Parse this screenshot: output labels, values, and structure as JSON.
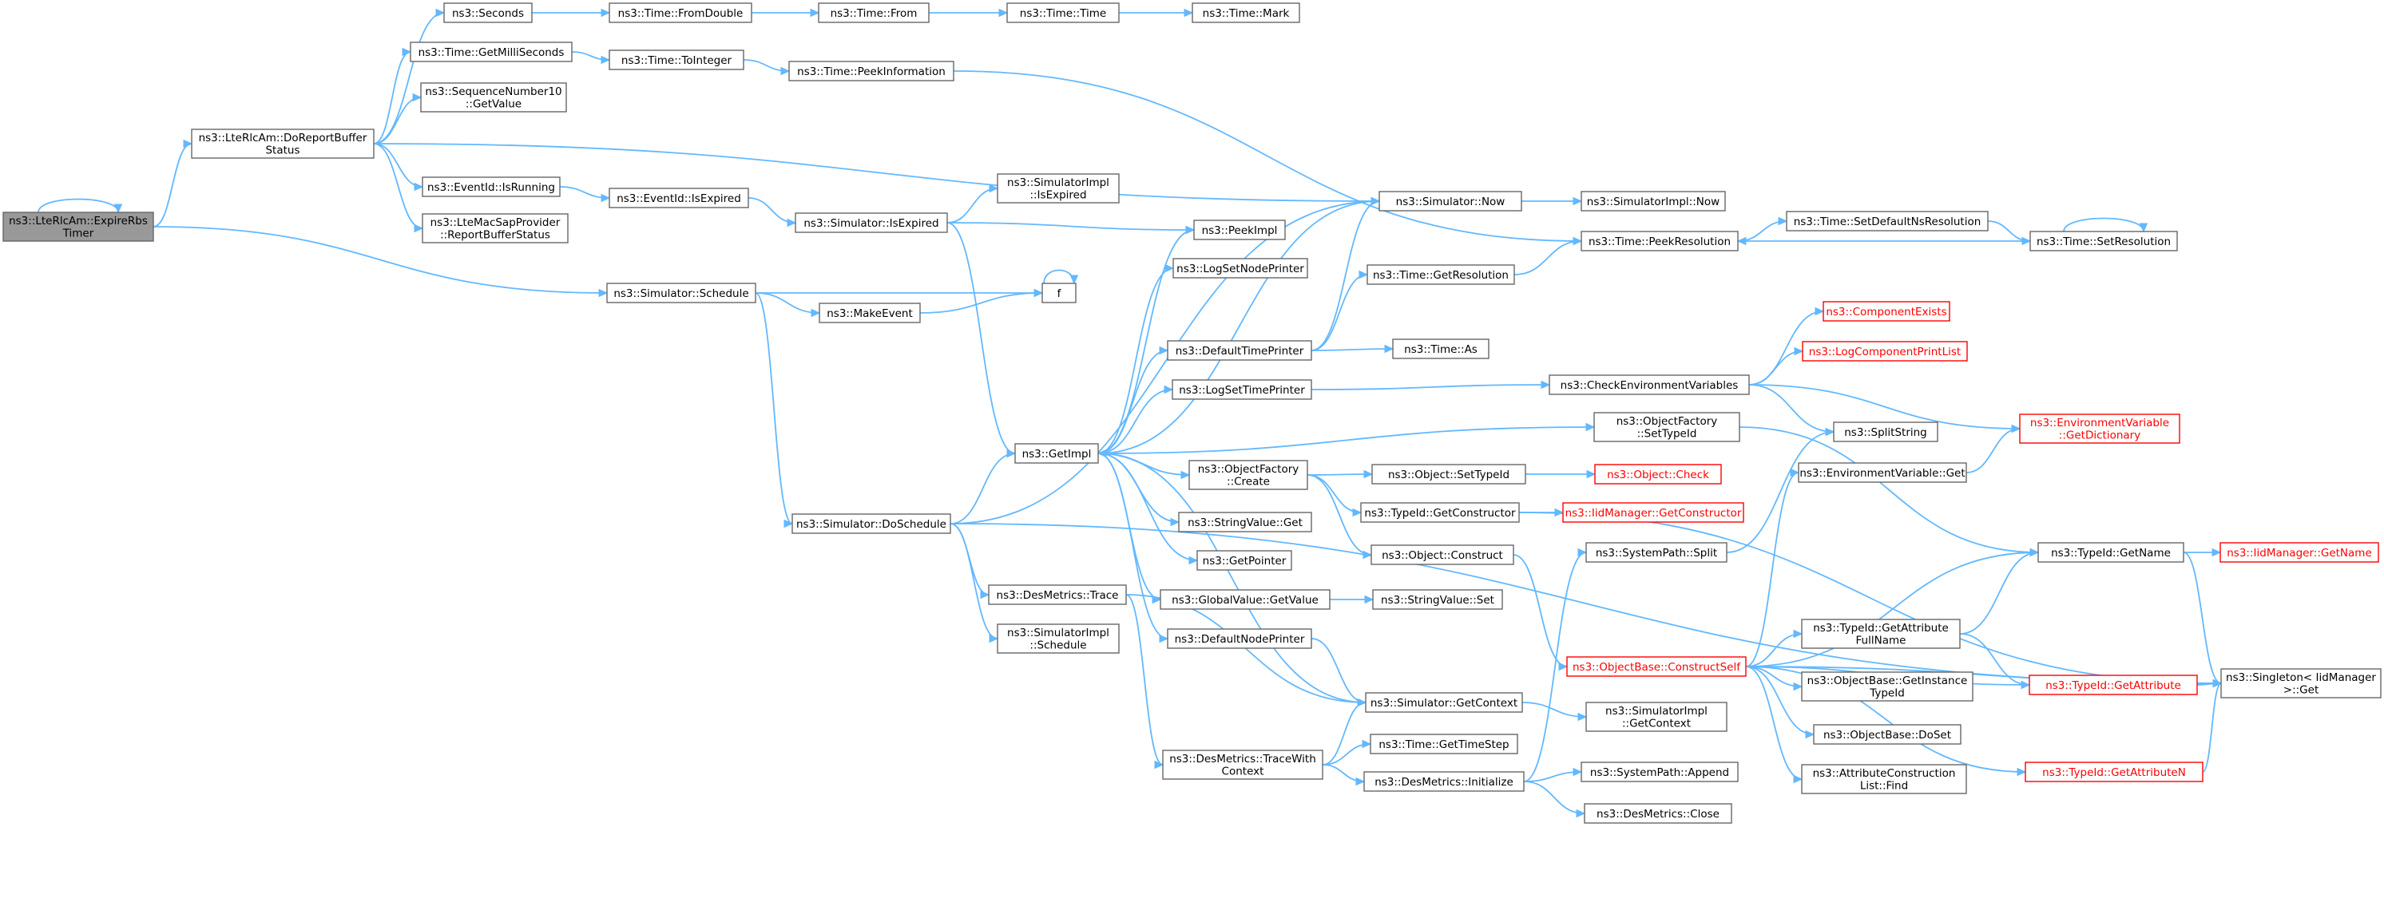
{
  "diagram": {
    "nodes": [
      {
        "id": "root",
        "lines": [
          "ns3::LteRlcAm::ExpireRbs",
          "Timer"
        ],
        "style": "root"
      },
      {
        "id": "drbs",
        "lines": [
          "ns3::LteRlcAm::DoReportBuffer",
          "Status"
        ]
      },
      {
        "id": "seconds",
        "lines": [
          "ns3::Seconds"
        ]
      },
      {
        "id": "fromdouble",
        "lines": [
          "ns3::Time::FromDouble"
        ]
      },
      {
        "id": "from",
        "lines": [
          "ns3::Time::From"
        ]
      },
      {
        "id": "time",
        "lines": [
          "ns3::Time::Time"
        ]
      },
      {
        "id": "mark",
        "lines": [
          "ns3::Time::Mark"
        ]
      },
      {
        "id": "getms",
        "lines": [
          "ns3::Time::GetMilliSeconds"
        ]
      },
      {
        "id": "tointeger",
        "lines": [
          "ns3::Time::ToInteger"
        ]
      },
      {
        "id": "peekinfo",
        "lines": [
          "ns3::Time::PeekInformation"
        ]
      },
      {
        "id": "seqnum",
        "lines": [
          "ns3::SequenceNumber10",
          "::GetValue"
        ]
      },
      {
        "id": "isrunning",
        "lines": [
          "ns3::EventId::IsRunning"
        ]
      },
      {
        "id": "eidexpired",
        "lines": [
          "ns3::EventId::IsExpired"
        ]
      },
      {
        "id": "lmsp",
        "lines": [
          "ns3::LteMacSapProvider",
          "::ReportBufferStatus"
        ]
      },
      {
        "id": "schedule",
        "lines": [
          "ns3::Simulator::Schedule"
        ]
      },
      {
        "id": "makeevent",
        "lines": [
          "ns3::MakeEvent"
        ]
      },
      {
        "id": "f",
        "lines": [
          "f"
        ]
      },
      {
        "id": "simexpired",
        "lines": [
          "ns3::Simulator::IsExpired"
        ]
      },
      {
        "id": "simimplexp",
        "lines": [
          "ns3::SimulatorImpl",
          "::IsExpired"
        ]
      },
      {
        "id": "peekimpl",
        "lines": [
          "ns3::PeekImpl"
        ]
      },
      {
        "id": "simnow",
        "lines": [
          "ns3::Simulator::Now"
        ]
      },
      {
        "id": "simimplnow",
        "lines": [
          "ns3::SimulatorImpl::Now"
        ]
      },
      {
        "id": "logsetnode",
        "lines": [
          "ns3::LogSetNodePrinter"
        ]
      },
      {
        "id": "getres",
        "lines": [
          "ns3::Time::GetResolution"
        ]
      },
      {
        "id": "peekres",
        "lines": [
          "ns3::Time::PeekResolution"
        ]
      },
      {
        "id": "setdefres",
        "lines": [
          "ns3::Time::SetDefaultNsResolution"
        ]
      },
      {
        "id": "setres",
        "lines": [
          "ns3::Time::SetResolution"
        ]
      },
      {
        "id": "deftimeprinter",
        "lines": [
          "ns3::DefaultTimePrinter"
        ]
      },
      {
        "id": "timeas",
        "lines": [
          "ns3::Time::As"
        ]
      },
      {
        "id": "compexists",
        "lines": [
          "ns3::ComponentExists"
        ],
        "style": "red"
      },
      {
        "id": "logcompprint",
        "lines": [
          "ns3::LogComponentPrintList"
        ],
        "style": "red"
      },
      {
        "id": "checkenv",
        "lines": [
          "ns3::CheckEnvironmentVariables"
        ]
      },
      {
        "id": "logsettime",
        "lines": [
          "ns3::LogSetTimePrinter"
        ]
      },
      {
        "id": "ofsettid",
        "lines": [
          "ns3::ObjectFactory",
          "::SetTypeId"
        ]
      },
      {
        "id": "splitstring",
        "lines": [
          "ns3::SplitString"
        ]
      },
      {
        "id": "envdict",
        "lines": [
          "ns3::EnvironmentVariable",
          "::GetDictionary"
        ],
        "style": "red"
      },
      {
        "id": "getimpl",
        "lines": [
          "ns3::GetImpl"
        ]
      },
      {
        "id": "ofcreate",
        "lines": [
          "ns3::ObjectFactory",
          "::Create"
        ]
      },
      {
        "id": "objsettid",
        "lines": [
          "ns3::Object::SetTypeId"
        ]
      },
      {
        "id": "objcheck",
        "lines": [
          "ns3::Object::Check"
        ],
        "style": "red"
      },
      {
        "id": "envget",
        "lines": [
          "ns3::EnvironmentVariable::Get"
        ]
      },
      {
        "id": "tidgetctor",
        "lines": [
          "ns3::TypeId::GetConstructor"
        ]
      },
      {
        "id": "iidgetctor",
        "lines": [
          "ns3::IidManager::GetConstructor"
        ],
        "style": "red"
      },
      {
        "id": "strget",
        "lines": [
          "ns3::StringValue::Get"
        ]
      },
      {
        "id": "simdosched",
        "lines": [
          "ns3::Simulator::DoSchedule"
        ]
      },
      {
        "id": "objconstruct",
        "lines": [
          "ns3::Object::Construct"
        ]
      },
      {
        "id": "spsplit",
        "lines": [
          "ns3::SystemPath::Split"
        ]
      },
      {
        "id": "tidgetname",
        "lines": [
          "ns3::TypeId::GetName"
        ]
      },
      {
        "id": "iidgetname",
        "lines": [
          "ns3::IidManager::GetName"
        ],
        "style": "red"
      },
      {
        "id": "getpointer",
        "lines": [
          "ns3::GetPointer"
        ]
      },
      {
        "id": "dmtrace",
        "lines": [
          "ns3::DesMetrics::Trace"
        ]
      },
      {
        "id": "gvgetvalue",
        "lines": [
          "ns3::GlobalValue::GetValue"
        ]
      },
      {
        "id": "strset",
        "lines": [
          "ns3::StringValue::Set"
        ]
      },
      {
        "id": "simimplsched",
        "lines": [
          "ns3::SimulatorImpl",
          "::Schedule"
        ]
      },
      {
        "id": "tidgetattrfull",
        "lines": [
          "ns3::TypeId::GetAttribute",
          "FullName"
        ]
      },
      {
        "id": "defnodeprinter",
        "lines": [
          "ns3::DefaultNodePrinter"
        ]
      },
      {
        "id": "obconstructself",
        "lines": [
          "ns3::ObjectBase::ConstructSelf"
        ],
        "style": "red"
      },
      {
        "id": "tidgetattr",
        "lines": [
          "ns3::TypeId::GetAttribute"
        ],
        "style": "red"
      },
      {
        "id": "singletonget",
        "lines": [
          "ns3::Singleton< IidManager",
          " >::Get"
        ]
      },
      {
        "id": "obgetinstance",
        "lines": [
          "ns3::ObjectBase::GetInstance",
          "TypeId"
        ]
      },
      {
        "id": "simgetctx",
        "lines": [
          "ns3::Simulator::GetContext"
        ]
      },
      {
        "id": "simimplgetctx",
        "lines": [
          "ns3::SimulatorImpl",
          "::GetContext"
        ]
      },
      {
        "id": "gettimestep",
        "lines": [
          "ns3::Time::GetTimeStep"
        ]
      },
      {
        "id": "dmtracectx",
        "lines": [
          "ns3::DesMetrics::TraceWith",
          "Context"
        ]
      },
      {
        "id": "obdoset",
        "lines": [
          "ns3::ObjectBase::DoSet"
        ]
      },
      {
        "id": "spappend",
        "lines": [
          "ns3::SystemPath::Append"
        ]
      },
      {
        "id": "dminit",
        "lines": [
          "ns3::DesMetrics::Initialize"
        ]
      },
      {
        "id": "acfind",
        "lines": [
          "ns3::AttributeConstruction",
          "List::Find"
        ]
      },
      {
        "id": "tidgetattrn",
        "lines": [
          "ns3::TypeId::GetAttributeN"
        ],
        "style": "red"
      },
      {
        "id": "dmclose",
        "lines": [
          "ns3::DesMetrics::Close"
        ]
      }
    ]
  },
  "colors": {
    "edge": "#63b8ff",
    "root_fill": "#999999",
    "node_border": "#666666",
    "missing_border": "#ff0000"
  }
}
